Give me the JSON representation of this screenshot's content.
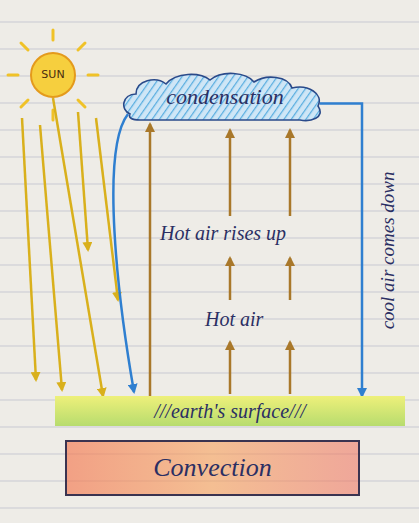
{
  "diagram": {
    "nodes": [
      {
        "text": [
          "SUN"
        ]
      },
      {
        "text": [
          "condensation"
        ]
      },
      {
        "text": [
          "///earth's surface///"
        ]
      },
      {
        "text": [
          "Convection"
        ]
      }
    ],
    "edges": [
      {
        "from": 0,
        "to": 2,
        "arrow": "to"
      },
      {
        "from": 2,
        "to": 1,
        "arrow": "to"
      },
      {
        "from": 1,
        "to": 2,
        "arrow": "to"
      }
    ],
    "labels": [
      "Hot air rises up",
      "Hot air",
      "cool air comes down"
    ]
  }
}
